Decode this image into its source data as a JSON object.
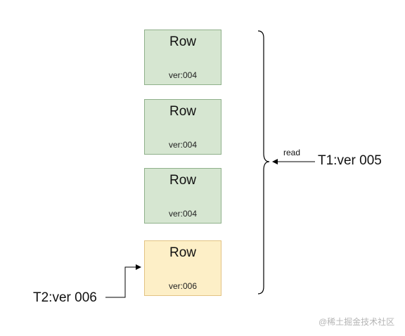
{
  "rows": [
    {
      "title": "Row",
      "version": "ver:004",
      "highlight": false
    },
    {
      "title": "Row",
      "version": "ver:004",
      "highlight": false
    },
    {
      "title": "Row",
      "version": "ver:004",
      "highlight": false
    },
    {
      "title": "Row",
      "version": "ver:006",
      "highlight": true
    }
  ],
  "read_label": "read",
  "t1_label": "T1:ver 005",
  "t2_label": "T2:ver 006",
  "watermark": "@稀土掘金技术社区",
  "colors": {
    "row_fill": "#d6e6d1",
    "row_border": "#8fb08a",
    "highlight_fill": "#fdefc7",
    "highlight_border": "#e2c383",
    "line": "#000000"
  }
}
